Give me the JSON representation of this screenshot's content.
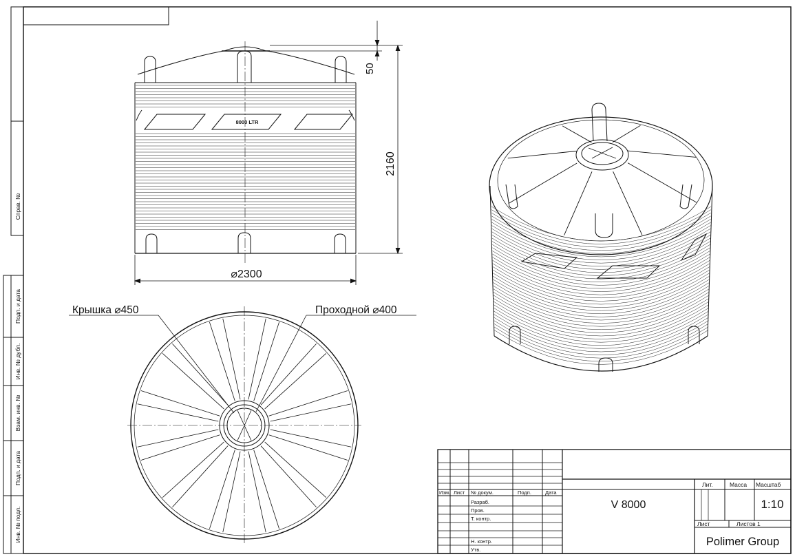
{
  "side_labels": {
    "sprav": "Справ. №",
    "podp_data_1": "Подп. и дата",
    "inv_dubl": "Инв. № дубл.",
    "vzam_inv": "Взам. инв. №",
    "podp_data_2": "Подп. и дата",
    "inv_podl": "Инв. № подл."
  },
  "front_view": {
    "tank_label": "8000 LTR",
    "dim_top": "50",
    "dim_height": "2160",
    "dim_diameter": "⌀2300"
  },
  "top_view": {
    "lid_label": "Крышка ⌀450",
    "manhole_label": "Проходной ⌀400"
  },
  "title_block": {
    "col_izm": "Изм.",
    "col_list": "Лист",
    "col_doc": "№ докум.",
    "col_podp": "Подп.",
    "col_date": "Дата",
    "row_razrab": "Разраб.",
    "row_prov": "Пров.",
    "row_tkontr": "Т. контр.",
    "row_nkontr": "Н. контр.",
    "row_utv": "Утв.",
    "designation": "V 8000",
    "lit_label": "Лит.",
    "mass_label": "Масса",
    "scale_label": "Масштаб",
    "scale_value": "1:10",
    "sheet_label": "Лист",
    "sheets_label": "Листов 1",
    "company": "Polimer Group"
  }
}
